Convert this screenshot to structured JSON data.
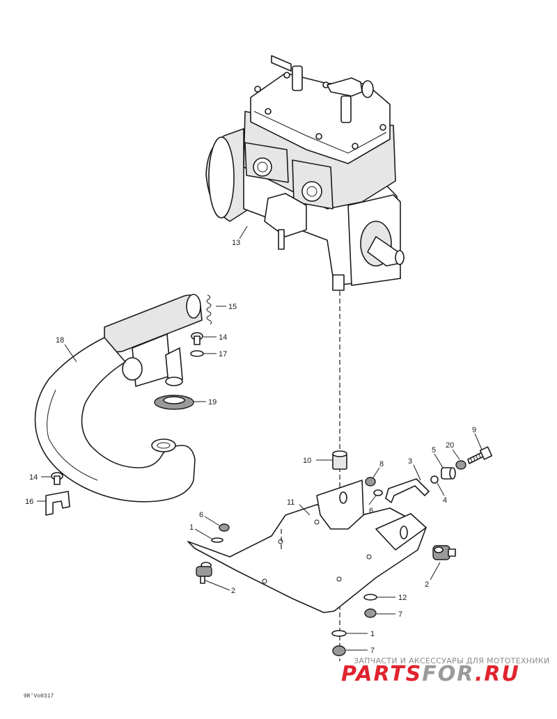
{
  "diagram": {
    "callouts": {
      "c1": "1",
      "c1b": "1",
      "c2": "2",
      "c2b": "2",
      "c3": "3",
      "c4": "4",
      "c5": "5",
      "c6": "6",
      "c6b": "6",
      "c7": "7",
      "c7b": "7",
      "c8": "8",
      "c9": "9",
      "c10": "10",
      "c11": "11",
      "c12": "12",
      "c13": "13",
      "c14": "14",
      "c14b": "14",
      "c15": "15",
      "c16": "16",
      "c17": "17",
      "c18": "18",
      "c19": "19",
      "c20": "20"
    },
    "figure_code": "0R'Vo0317"
  },
  "watermark": {
    "tagline": "ЗАПЧАСТИ И АКСЕССУАРЫ ДЛЯ МОТОТЕХНИКИ",
    "logo_part1": "PARTS",
    "logo_part2": "FOR",
    "logo_part3": ".RU",
    "colors": {
      "red": "#e0242e",
      "gray": "#9a9a9a"
    }
  }
}
